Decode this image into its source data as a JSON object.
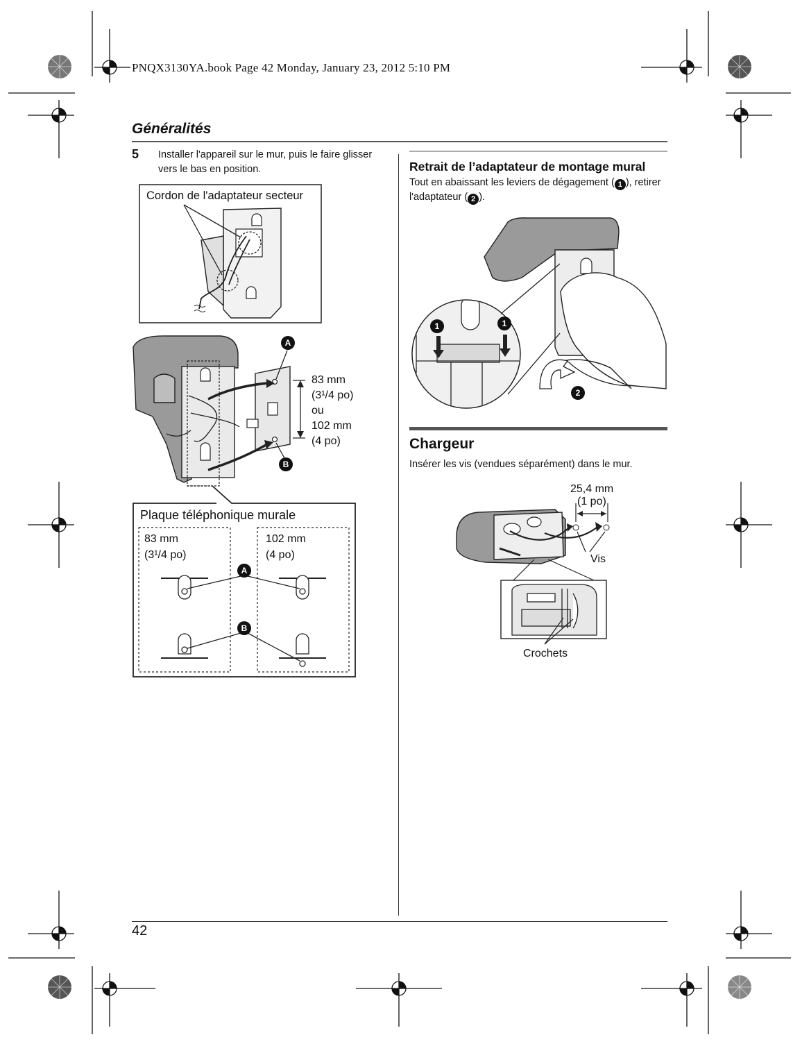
{
  "print_header": "PNQX3130YA.book  Page 42  Monday, January 23, 2012  5:10 PM",
  "section_title": "Généralités",
  "step": {
    "number": "5",
    "text": "Installer l'appareil sur le mur, puis le faire glisser vers le bas en position."
  },
  "figure1": {
    "caption": "Cordon de l'adaptateur secteur"
  },
  "figure2": {
    "label_a": "A",
    "label_b": "B",
    "dim_line1": "83 mm",
    "dim_line2": "(3¹/4 po)",
    "dim_line3": "ou",
    "dim_line4": "102 mm",
    "dim_line5": "(4 po)"
  },
  "figure3": {
    "caption": "Plaque téléphonique murale",
    "left_dim": "83 mm",
    "left_dim_sub": "(3¹/4 po)",
    "right_dim": "102 mm",
    "right_dim_sub": "(4 po)",
    "label_a": "A",
    "label_b": "B"
  },
  "removal": {
    "heading": "Retrait de l’adaptateur de montage mural",
    "text_part1": "Tout en abaissant les leviers de dégagement (",
    "marker1": "1",
    "text_part2": "), retirer l'adaptateur (",
    "marker2": "2",
    "text_part3": ").",
    "figure_label_1": "1",
    "figure_label_2": "2"
  },
  "chargeur": {
    "title": "Chargeur",
    "text": "Insérer les vis (vendues séparément) dans le mur.",
    "dim": "25,4 mm",
    "dim_sub": "(1 po)",
    "screws_label": "Vis",
    "hooks_label": "Crochets"
  },
  "page_number": "42"
}
